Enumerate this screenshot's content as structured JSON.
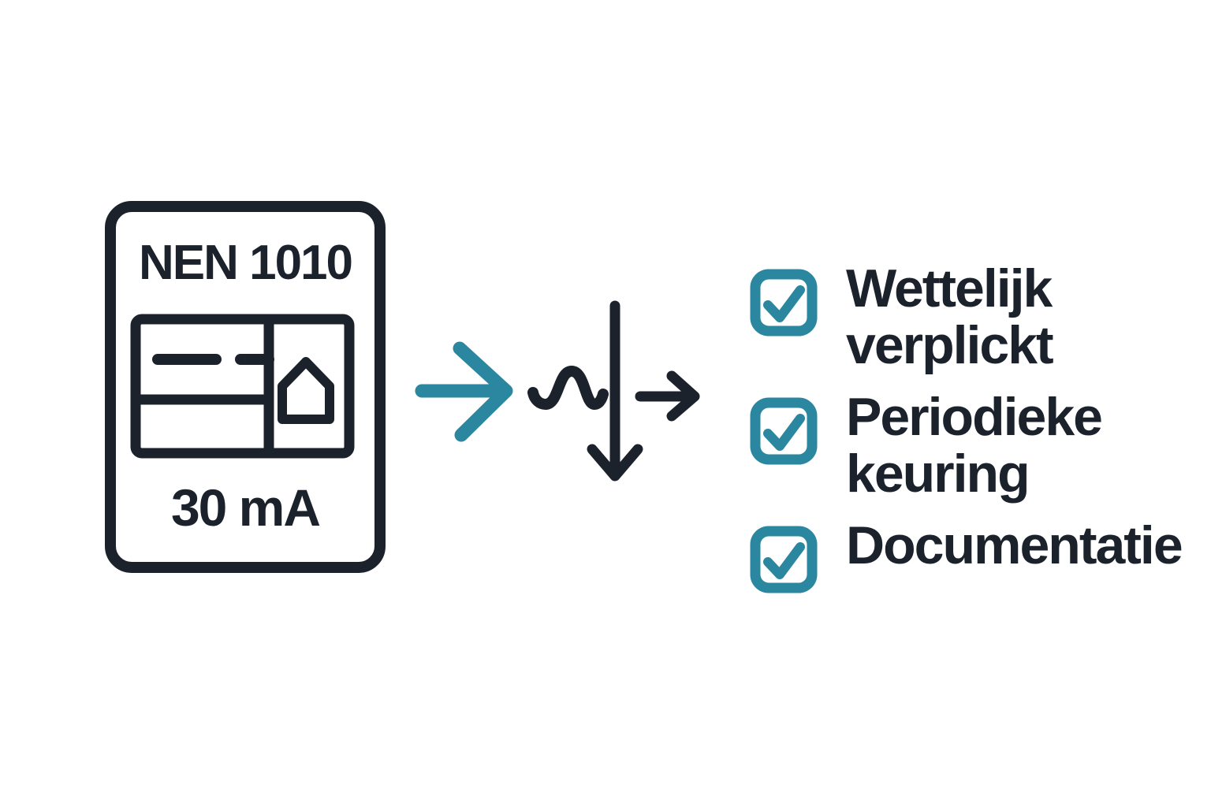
{
  "colors": {
    "accent_teal": "#2b87a0",
    "ink_dark": "#1b222c",
    "background": "#ffffff"
  },
  "card": {
    "title": "NEN 1010",
    "rating": "30 mA",
    "icons": [
      "rcd-device-diagram-icon",
      "house-icon"
    ]
  },
  "flow": {
    "icons": [
      "arrow-right-teal-icon",
      "residual-current-wave-icon",
      "arrow-down-icon",
      "arrow-right-small-icon"
    ]
  },
  "checklist": {
    "items": [
      {
        "label": "Wettelijk verplickt",
        "checked": true,
        "icon": "checkbox-checked-icon"
      },
      {
        "label": "Periodieke keuring",
        "checked": true,
        "icon": "checkbox-checked-icon"
      },
      {
        "label": "Documentatie",
        "checked": true,
        "icon": "checkbox-checked-icon"
      }
    ]
  }
}
